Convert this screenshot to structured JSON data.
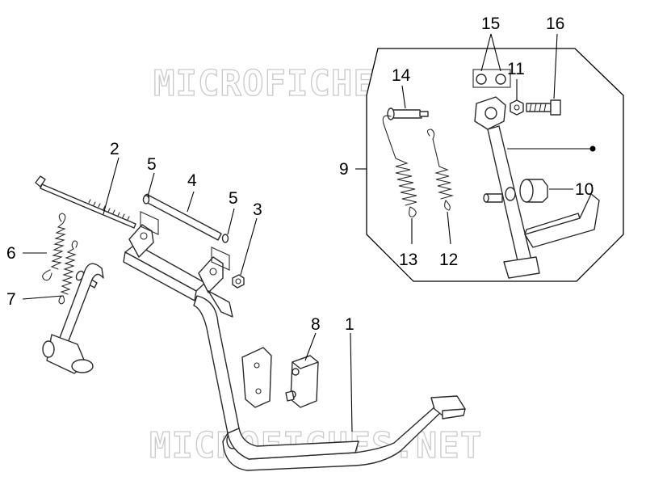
{
  "watermark": {
    "top": "MICROFICHES.NET",
    "bottom": "MICROFICHES.NET"
  },
  "callouts": {
    "c1": "1",
    "c2": "2",
    "c3": "3",
    "c4": "4",
    "c5a": "5",
    "c5b": "5",
    "c6": "6",
    "c7": "7",
    "c8": "8",
    "c9": "9",
    "c10": "10",
    "c11": "11",
    "c12": "12",
    "c13": "13",
    "c14": "14",
    "c15": "15",
    "c16": "16"
  }
}
